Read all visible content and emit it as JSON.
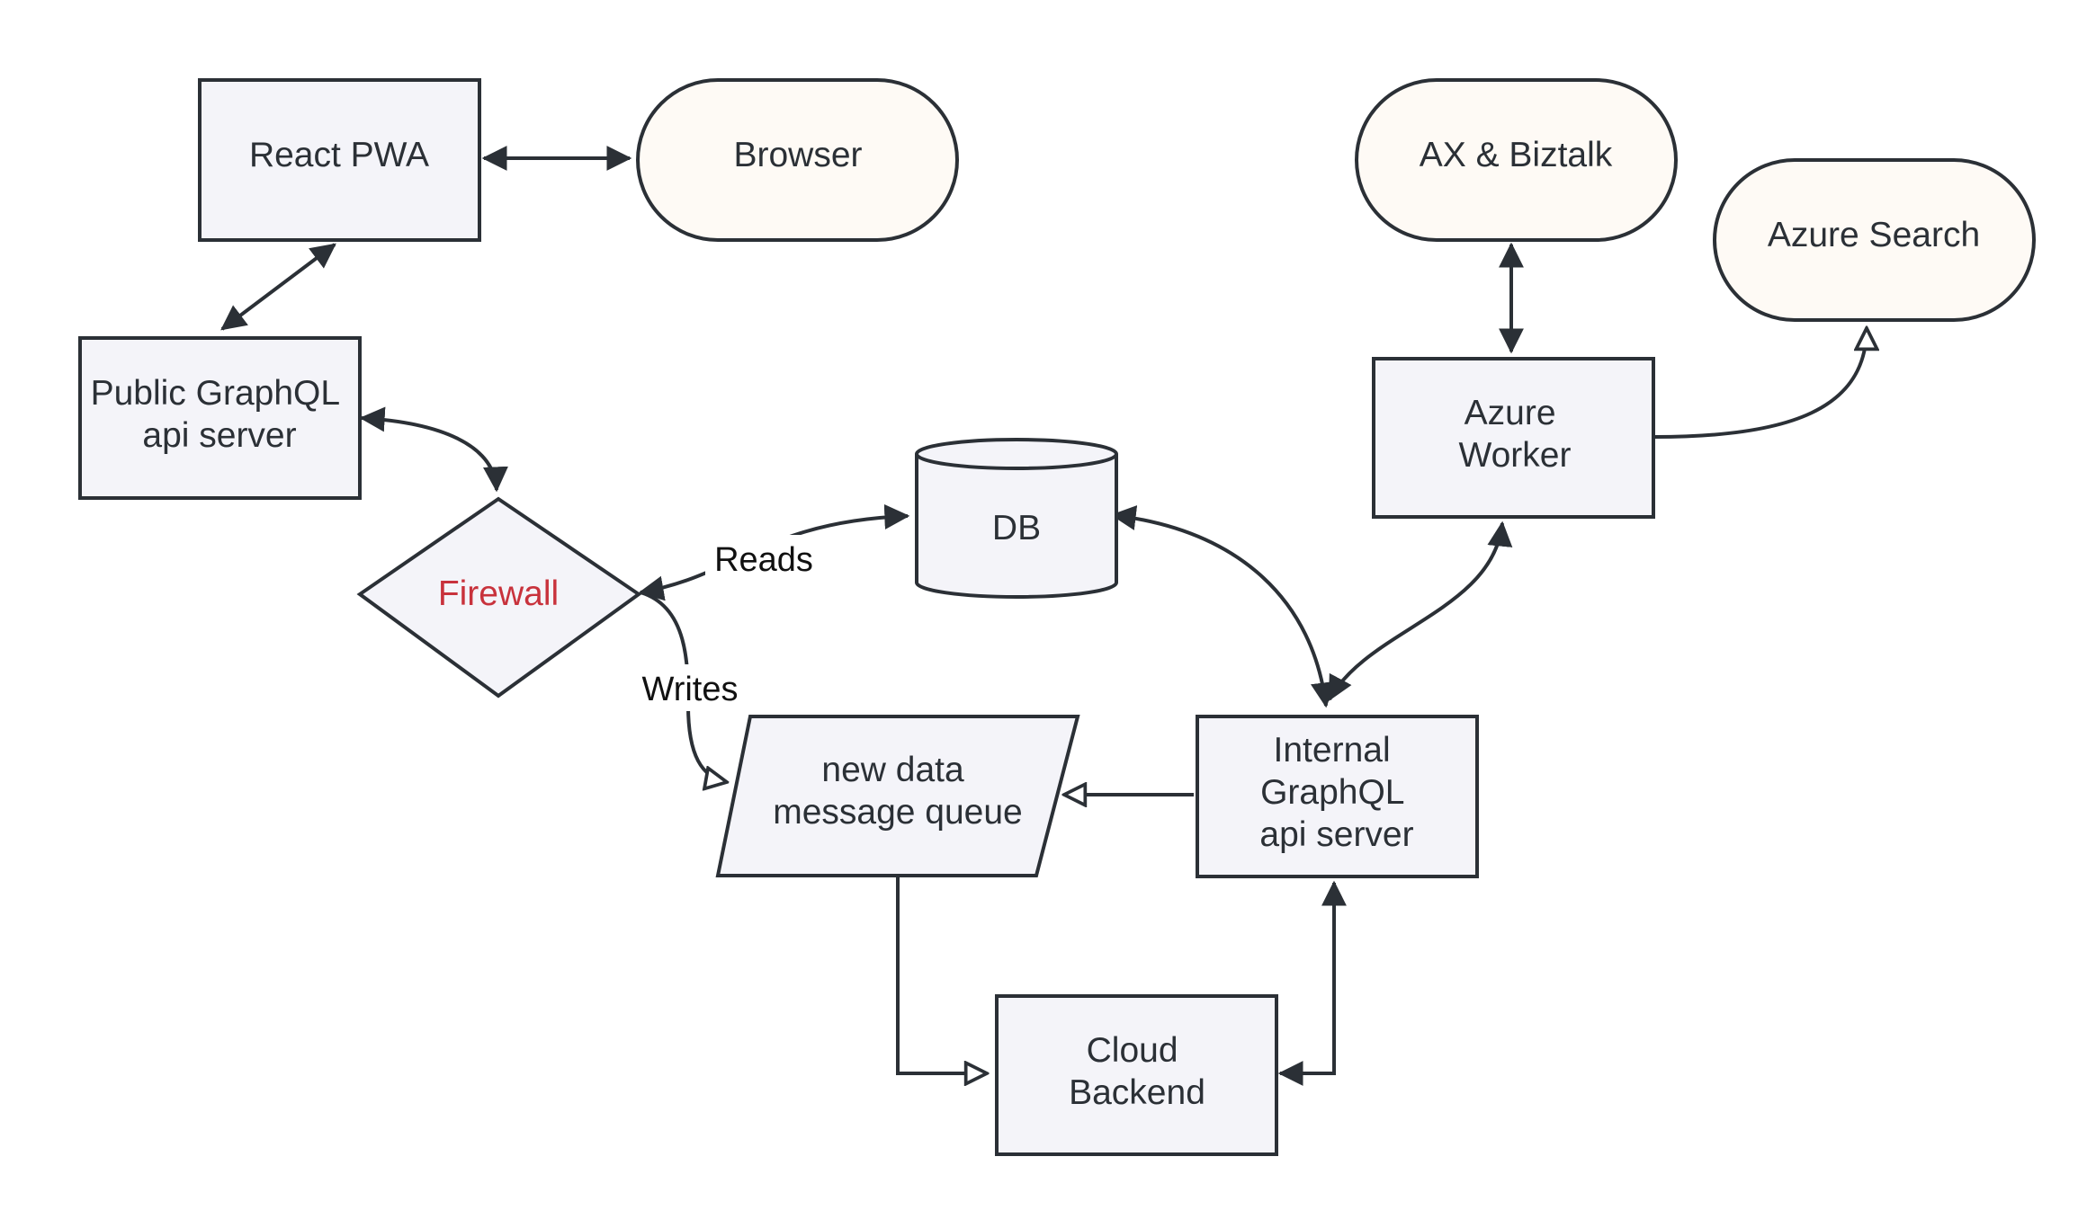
{
  "colors": {
    "stroke": "#2b3036",
    "box_fill": "#f4f4f9",
    "terminal_fill": "#fefaf5",
    "firewall_text": "#c8323c",
    "text": "#2b3036",
    "edge_label_text": "#111111"
  },
  "nodes": {
    "react_pwa": {
      "lines": [
        "React PWA"
      ]
    },
    "browser": {
      "lines": [
        "Browser"
      ]
    },
    "ax_biztalk": {
      "lines": [
        "AX & Biztalk"
      ]
    },
    "azure_search": {
      "lines": [
        "Azure Search"
      ]
    },
    "public_graphql": {
      "lines": [
        "Public GraphQL",
        "api server"
      ]
    },
    "azure_worker": {
      "lines": [
        "Azure",
        "Worker"
      ]
    },
    "firewall": {
      "lines": [
        "Firewall"
      ]
    },
    "db": {
      "lines": [
        "DB"
      ]
    },
    "message_queue": {
      "lines": [
        "new data",
        "message queue"
      ]
    },
    "internal_graphql": {
      "lines": [
        "Internal",
        "GraphQL",
        "api server"
      ]
    },
    "cloud_backend": {
      "lines": [
        "Cloud",
        "Backend"
      ]
    }
  },
  "edge_labels": {
    "reads": "Reads",
    "writes": "Writes"
  }
}
